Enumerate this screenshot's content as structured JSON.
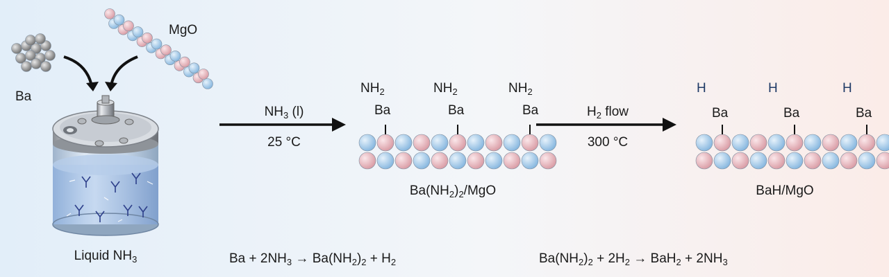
{
  "reactants": {
    "ba_label": "Ba",
    "mgo_label": "MgO",
    "liquid": {
      "text": "Liquid NH",
      "sub": "3"
    }
  },
  "step1": {
    "above": {
      "pre": "NH",
      "sub": "3",
      "post": " (l)"
    },
    "below": "25 °C"
  },
  "step2": {
    "above": {
      "pre": "H",
      "sub": "2",
      "post": " flow"
    },
    "below": "300 °C"
  },
  "product1": {
    "groups": [
      {
        "top": "NH",
        "sub": "2",
        "metal": "Ba"
      },
      {
        "top": "NH",
        "sub": "2",
        "metal": "Ba"
      },
      {
        "top": "NH",
        "sub": "2",
        "metal": "Ba"
      }
    ],
    "label": {
      "a": "Ba(NH",
      "s1": "2",
      "b": ")",
      "s2": "2",
      "c": "/MgO"
    }
  },
  "product2": {
    "groups": [
      {
        "top": "H",
        "metal": "Ba"
      },
      {
        "top": "H",
        "metal": "Ba"
      },
      {
        "top": "H",
        "metal": "Ba"
      }
    ],
    "label": "BaH/MgO"
  },
  "equations": {
    "eq1": {
      "a": "Ba + 2NH",
      "s1": "3",
      "b": " → Ba(NH",
      "s2": "2",
      "c": ")",
      "s3": "2",
      "d": " + H",
      "s4": "2"
    },
    "eq2": {
      "a": "Ba(NH",
      "s1": "2",
      "b": ")",
      "s2": "2",
      "c": " + 2H",
      "s3": "2",
      "d": " → BaH",
      "s4": "2",
      "e": " + 2NH",
      "s5": "3"
    }
  },
  "colors": {
    "blue_atom": "#a9cdeb",
    "pink_atom": "#e9b9bf",
    "ba_atom": "#9a9a9a",
    "arrow": "#111111",
    "bg_left": "#e2eef9",
    "bg_right": "#fbece8"
  }
}
